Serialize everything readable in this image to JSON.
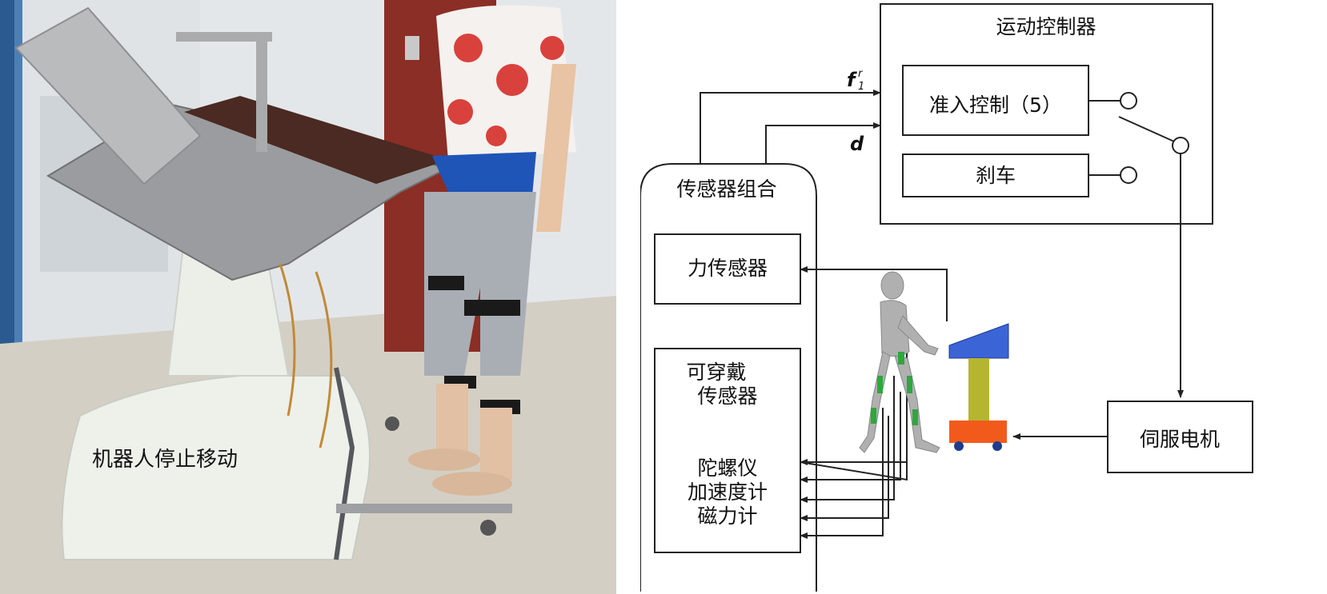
{
  "photo": {
    "caption": "机器人停止移动",
    "colors": {
      "wall": "#e9ecef",
      "floor": "#d6d2c8",
      "door": "#8b2e25",
      "robot_body": "#eef0ea",
      "metal": "#a7a9ac",
      "belt": "#1f55b7"
    }
  },
  "diagram": {
    "controller_title": "运动控制器",
    "admission_control": "准入控制（5）",
    "brake": "刹车",
    "sensor_group_title": "传感器组合",
    "force_sensor": "力传感器",
    "wearable_sensor_line1": "可穿戴",
    "wearable_sensor_line2": "传感器",
    "gyro": "陀螺仪",
    "accelerometer": "加速度计",
    "magnetometer": "磁力计",
    "servo_motor": "伺服电机",
    "signal_f": "f",
    "signal_f_super": "r",
    "signal_f_sub": "1",
    "signal_d": "d",
    "colors": {
      "handle": "#3b64d6",
      "column": "#b5b531",
      "base": "#f25a1c",
      "wheels": "#1d3c8c",
      "human": "#b0b0b0",
      "wearable": "#2ea83a"
    }
  }
}
